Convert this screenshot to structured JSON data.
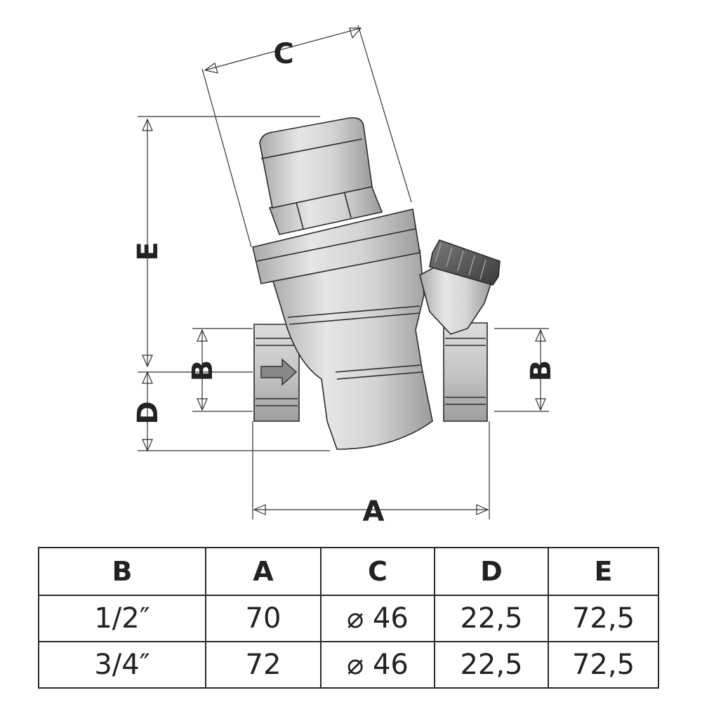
{
  "diagram": {
    "dimension_labels": {
      "a": "A",
      "b_left": "B",
      "b_right": "B",
      "c": "C",
      "d": "D",
      "e": "E"
    }
  },
  "table": {
    "headers": [
      "B",
      "A",
      "C",
      "D",
      "E"
    ],
    "rows": [
      [
        "1/2″",
        "70",
        "⌀ 46",
        "22,5",
        "72,5"
      ],
      [
        "3/4″",
        "72",
        "⌀ 46",
        "22,5",
        "72,5"
      ]
    ]
  }
}
